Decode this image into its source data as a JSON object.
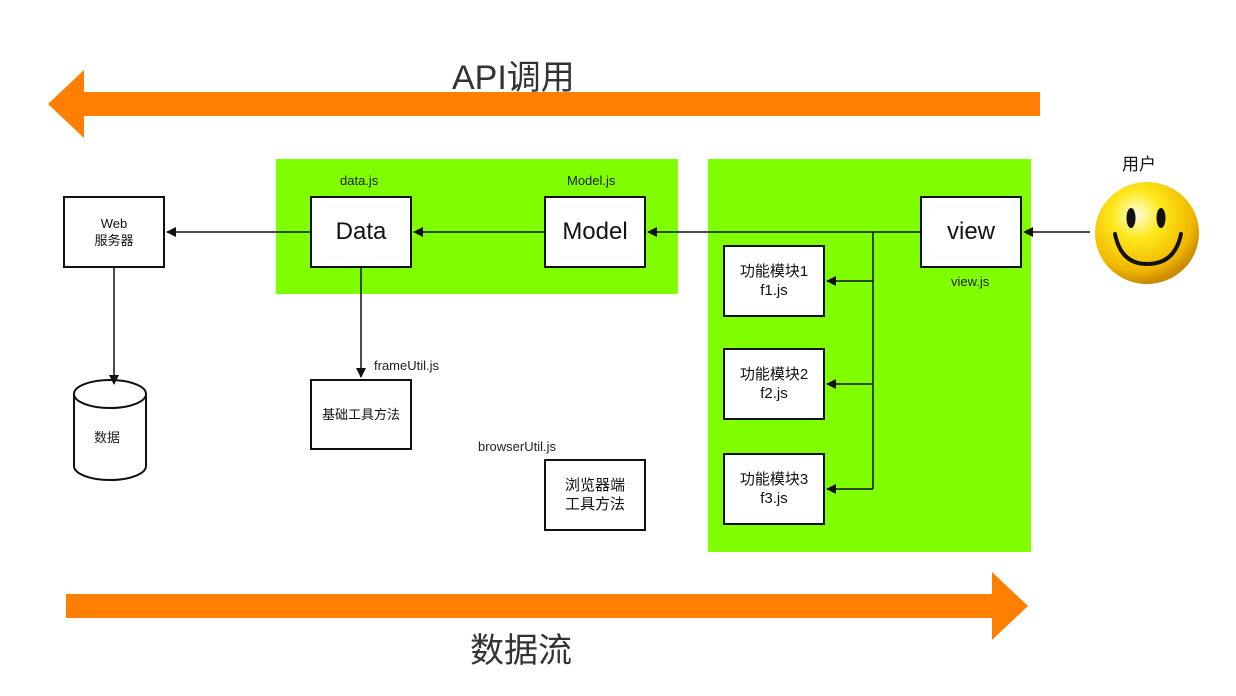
{
  "header": {
    "title": "API调用"
  },
  "footer": {
    "title": "数据流"
  },
  "user": {
    "label": "用户",
    "icon": "smiley-face-icon"
  },
  "nodes": {
    "web_server": {
      "label": "Web\n服务器"
    },
    "database": {
      "label": "数据"
    },
    "data": {
      "label": "Data",
      "file": "data.js"
    },
    "model": {
      "label": "Model",
      "file": "Model.js"
    },
    "view": {
      "label": "view",
      "file": "view.js"
    },
    "frame_util": {
      "label": "基础工具方法",
      "file": "frameUtil.js"
    },
    "browser_util": {
      "label": "浏览器端\n工具方法",
      "file": "browserUtil.js"
    },
    "f1": {
      "label": "功能模块1\nf1.js"
    },
    "f2": {
      "label": "功能模块2\nf2.js"
    },
    "f3": {
      "label": "功能模块3\nf3.js"
    }
  },
  "colors": {
    "arrow": "#ff8000",
    "module_area": "#80ff00",
    "line": "#111111"
  }
}
